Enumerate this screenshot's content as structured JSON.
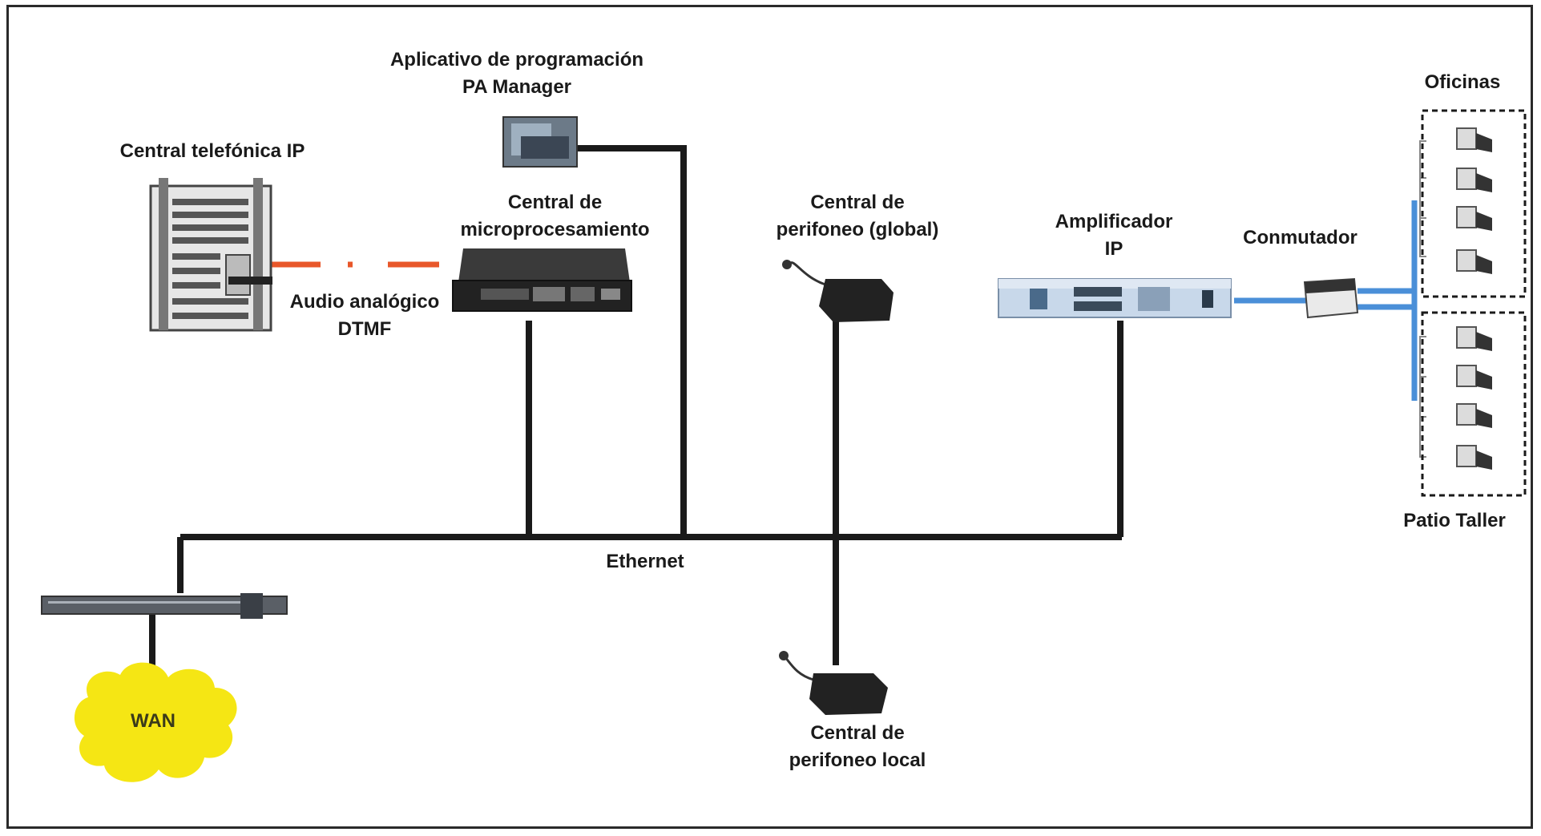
{
  "labels": {
    "pa_manager": {
      "line1": "Aplicativo de programación",
      "line2": "PA Manager"
    },
    "central_ip": "Central telefónica IP",
    "micro": {
      "line1": "Central de",
      "line2": "microprocesamiento"
    },
    "audio": {
      "line1": "Audio analógico",
      "line2": "DTMF"
    },
    "perifoneo_global": {
      "line1": "Central de",
      "line2": "perifoneo (global)"
    },
    "amplificador": {
      "line1": "Amplificador",
      "line2": "IP"
    },
    "conmutador": "Conmutador",
    "oficinas": "Oficinas",
    "patio": "Patio Taller",
    "ethernet": "Ethernet",
    "perifoneo_local": {
      "line1": "Central de",
      "line2": "perifoneo local"
    },
    "wan": "WAN"
  },
  "colors": {
    "ethernet_line": "#1a1a1a",
    "analog_link": "#e8572a",
    "speaker_link": "#4a8fd8",
    "wan_cloud": "#f5e614",
    "frame": "#2a2a2a"
  }
}
